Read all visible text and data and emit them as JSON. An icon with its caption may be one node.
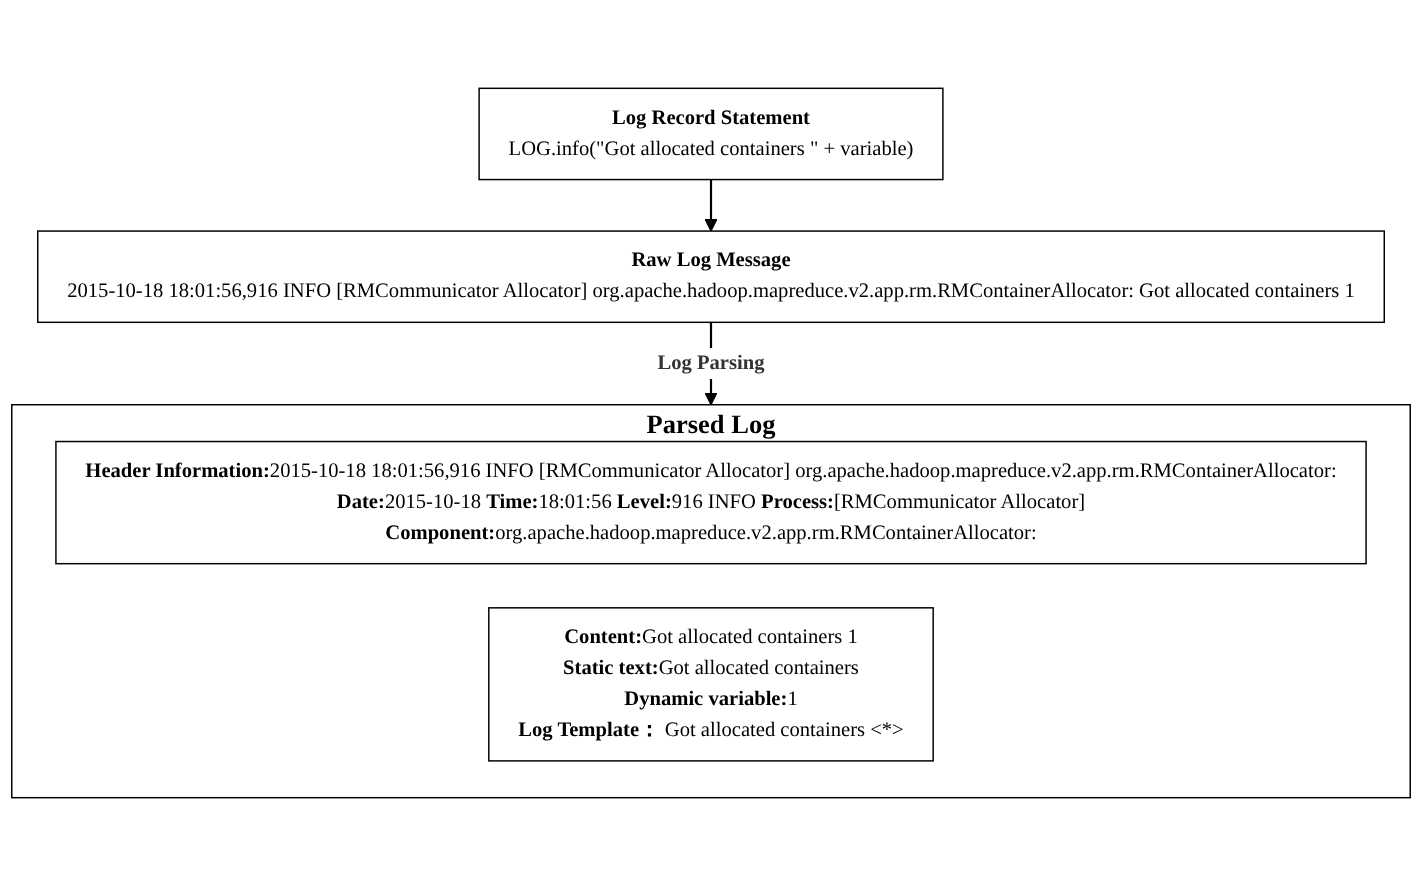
{
  "diagram": {
    "nodes": [
      {
        "text": [
          "Log Record Statement",
          "LOG.info(\"Got allocated containers \" + variable)"
        ]
      },
      {
        "text": [
          "Raw Log Message",
          "2015-10-18 18:01:56,916 INFO [RMCommunicator Allocator] org.apache.hadoop.mapreduce.v2.app.rm.RMContainerAllocator: Got allocated containers 1"
        ]
      },
      {
        "text": [
          "Parsed Log"
        ]
      },
      {
        "text": [
          "**Header Information:**2015-10-18 18:01:56,916 INFO [RMCommunicator Allocator] org.apache.hadoop.mapreduce.v2.app.rm.RMContainerAllocator:",
          "**Date:**2015-10-18 **Time:**18:01:56 **Level:**916 INFO **Process:**[RMCommunicator Allocator]",
          "**Component:**org.apache.hadoop.mapreduce.v2.app.rm.RMContainerAllocator:"
        ],
        "in": 2
      },
      {
        "text": [
          "**Content:**Got allocated containers 1",
          "**Static text:**Got allocated containers",
          "**Dynamic variable:**1",
          "**Log Template：** Got allocated containers <*>"
        ],
        "in": 2
      }
    ],
    "edges": [
      {
        "from": 0,
        "to": 1,
        "arrow": "to"
      },
      {
        "from": 1,
        "to": 2,
        "arrow": "to",
        "label": "Log Parsing"
      }
    ]
  }
}
